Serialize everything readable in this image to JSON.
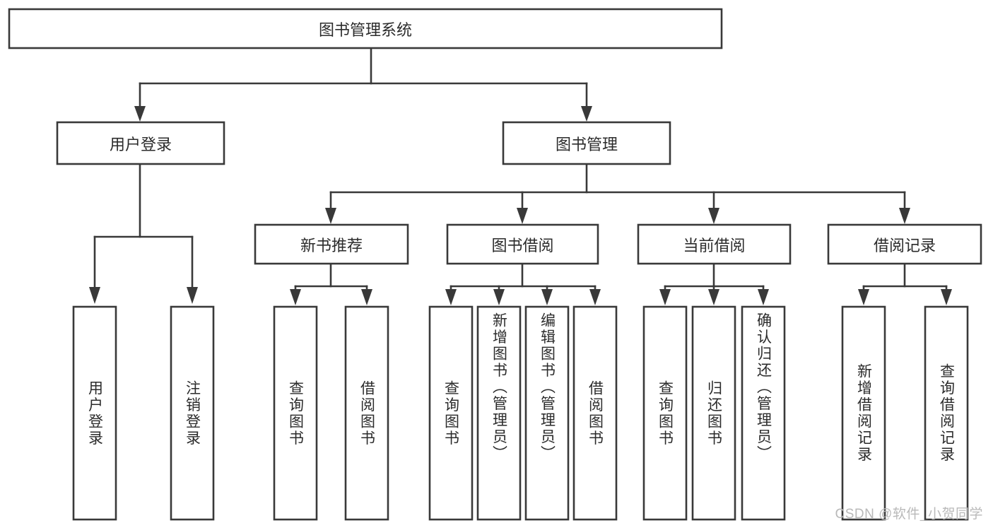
{
  "diagram": {
    "type": "hierarchy-tree",
    "title": "图书管理系统",
    "orientation": "top-down",
    "watermark": "CSDN @软件_小贺同学",
    "colors": {
      "box_stroke": "#393939",
      "box_fill": "#ffffff",
      "text": "#2b2b2b",
      "connector": "#393939",
      "watermark": "#b9b9b9",
      "background": "#ffffff"
    },
    "root": {
      "label": "图书管理系统"
    },
    "level2": [
      {
        "label": "用户登录"
      },
      {
        "label": "图书管理"
      }
    ],
    "level3": [
      {
        "label": "新书推荐"
      },
      {
        "label": "图书借阅"
      },
      {
        "label": "当前借阅"
      },
      {
        "label": "借阅记录"
      }
    ],
    "leaves": {
      "user_login": [
        {
          "label": "用户登录"
        },
        {
          "label": "注销登录"
        }
      ],
      "new_book_recommend": [
        {
          "label": "查询图书"
        },
        {
          "label": "借阅图书"
        }
      ],
      "book_borrow": [
        {
          "label": "查询图书"
        },
        {
          "label": "新增图书（管理员）"
        },
        {
          "label": "编辑图书（管理员）"
        },
        {
          "label": "借阅图书"
        }
      ],
      "current_borrow": [
        {
          "label": "查询图书"
        },
        {
          "label": "归还图书"
        },
        {
          "label": "确认归还（管理员）"
        }
      ],
      "borrow_record": [
        {
          "label": "新增借阅记录"
        },
        {
          "label": "查询借阅记录"
        }
      ]
    }
  }
}
